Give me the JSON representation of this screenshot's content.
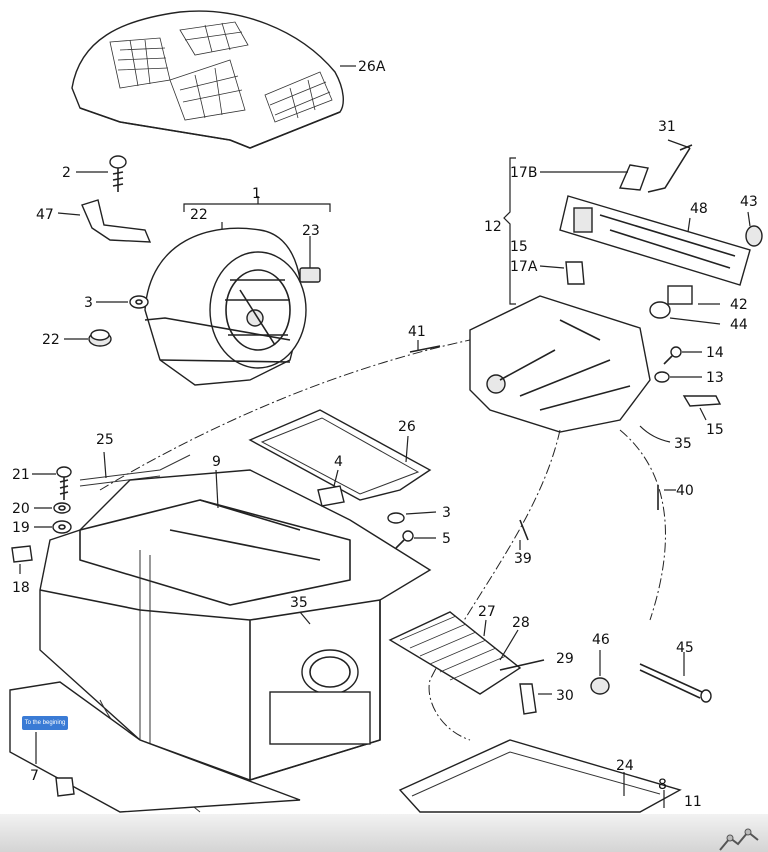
{
  "callouts": {
    "c26A": "26A",
    "c2": "2",
    "c1": "1",
    "c47": "47",
    "c22a": "22",
    "c23": "23",
    "c3a": "3",
    "c22b": "22",
    "c31": "31",
    "c17B": "17B",
    "c12": "12",
    "c15a": "15",
    "c17A": "17A",
    "c48": "48",
    "c43": "43",
    "c42": "42",
    "c44": "44",
    "c41": "41",
    "c14": "14",
    "c13": "13",
    "c15b": "15",
    "c35a": "35",
    "c25": "25",
    "c26": "26",
    "c9": "9",
    "c4": "4",
    "c21": "21",
    "c20": "20",
    "c19": "19",
    "c18": "18",
    "c3b": "3",
    "c5": "5",
    "c40": "40",
    "c39": "39",
    "c35b": "35",
    "c27": "27",
    "c28": "28",
    "c46": "46",
    "c45": "45",
    "c29": "29",
    "c30": "30",
    "c7": "7",
    "c24": "24",
    "c8": "8",
    "c11": "11"
  },
  "link": {
    "label": "To the begining"
  },
  "colors": {
    "link_bg": "#3a7bd5",
    "line": "#222222"
  }
}
